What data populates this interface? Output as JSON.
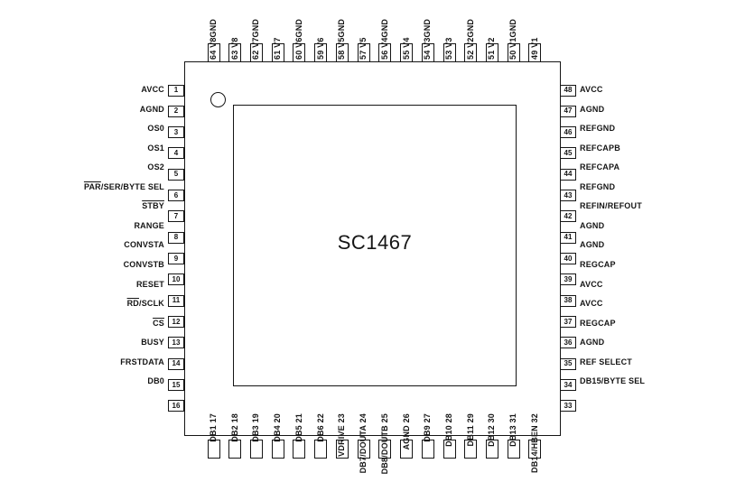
{
  "title": "SC1467",
  "colors": {
    "ink": "#151515",
    "background": "#ffffff"
  },
  "package": {
    "type": "quad-flat-64-pin",
    "pin1_marker": "circle-top-left"
  },
  "sides": {
    "left": {
      "numbers": [
        1,
        2,
        3,
        4,
        5,
        6,
        7,
        8,
        9,
        10,
        11,
        12,
        13,
        14,
        15,
        16
      ],
      "labels": [
        "AVCC",
        "AGND",
        "OS0",
        "OS1",
        "OS2",
        "[PAR]/SER/BYTE SEL",
        "[STBY]",
        "RANGE",
        "CONVSTA",
        "CONVSTB",
        "RESET",
        "[RD]/SCLK",
        "[CS]",
        "BUSY",
        "FRSTDATA",
        "DB0"
      ]
    },
    "right": {
      "numbers": [
        48,
        47,
        46,
        45,
        44,
        43,
        42,
        41,
        40,
        39,
        38,
        37,
        36,
        35,
        34,
        33
      ],
      "labels": [
        "AVCC",
        "AGND",
        "REFGND",
        "REFCAPB",
        "REFCAPA",
        "REFGND",
        "REFIN/REFOUT",
        "AGND",
        "AGND",
        "REGCAP",
        "AVCC",
        "AVCC",
        "REGCAP",
        "AGND",
        "REF SELECT",
        "DB15/BYTE SEL"
      ]
    },
    "top": {
      "numbers": [
        64,
        63,
        62,
        61,
        60,
        59,
        58,
        57,
        56,
        55,
        54,
        53,
        52,
        51,
        50,
        49
      ],
      "labels": [
        "V8GND",
        "V8",
        "V7GND",
        "V7",
        "V6GND",
        "V6",
        "V5GND",
        "V5",
        "V4GND",
        "V4",
        "V3GND",
        "V3",
        "V2GND",
        "V2",
        "V1GND",
        "V1"
      ]
    },
    "bottom": {
      "numbers": [
        17,
        18,
        19,
        20,
        21,
        22,
        23,
        24,
        25,
        26,
        27,
        28,
        29,
        30,
        31,
        32
      ],
      "labels": [
        "DB1",
        "DB2",
        "DB3",
        "DB4",
        "DB5",
        "DB6",
        "VDRIVE",
        "DB7/DOUTA",
        "DB8/DOUTB",
        "AGND",
        "DB9",
        "DB10",
        "DB11",
        "DB12",
        "DB13",
        "DB14/HBEN"
      ]
    }
  }
}
